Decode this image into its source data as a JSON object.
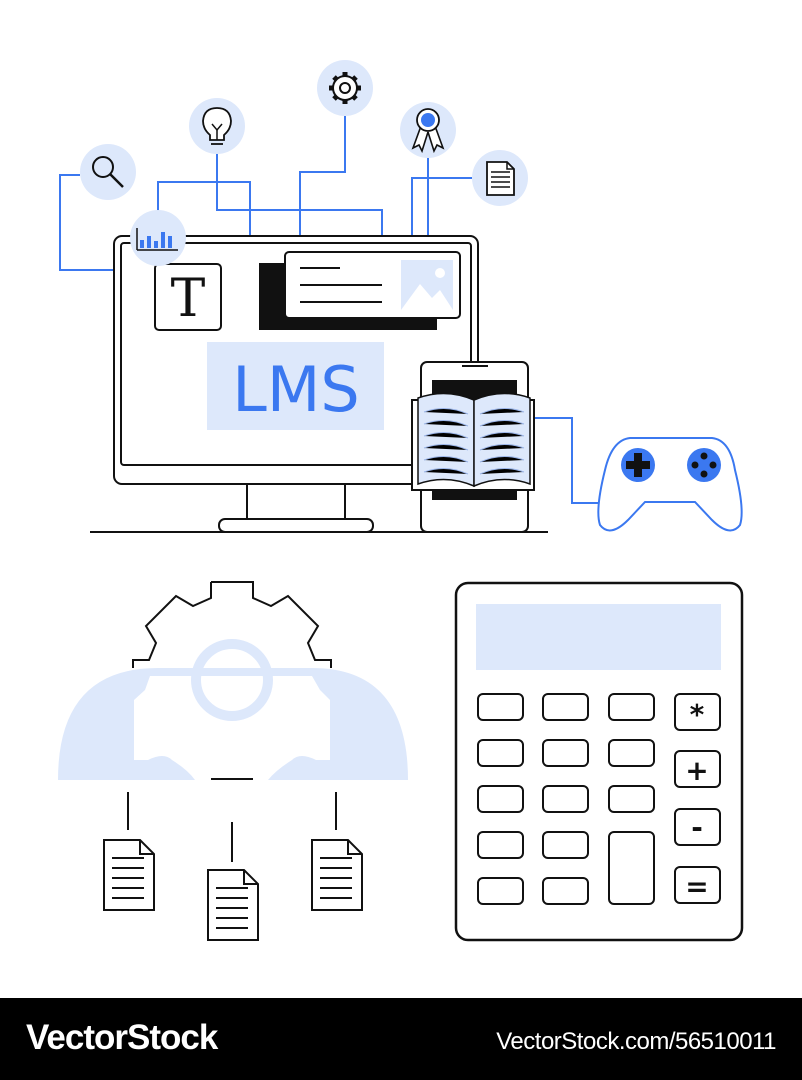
{
  "screen": {
    "label": "LMS",
    "text_block_glyph": "T"
  },
  "calculator": {
    "keys": [
      "*",
      "+",
      "-",
      "="
    ]
  },
  "footer": {
    "brand": "VectorStock",
    "stock_id": "VectorStock.com/56510011"
  },
  "colors": {
    "accent": "#3b78f0",
    "light": "#dde8fb",
    "ink": "#111111",
    "footer_bg": "#000000"
  },
  "icons": [
    "search-icon",
    "chart-icon",
    "lightbulb-icon",
    "gear-icon",
    "award-ribbon-icon",
    "document-icon",
    "image-icon",
    "book-icon",
    "gamepad-icon",
    "cloud-icon",
    "cog-icon",
    "calculator-icon"
  ]
}
